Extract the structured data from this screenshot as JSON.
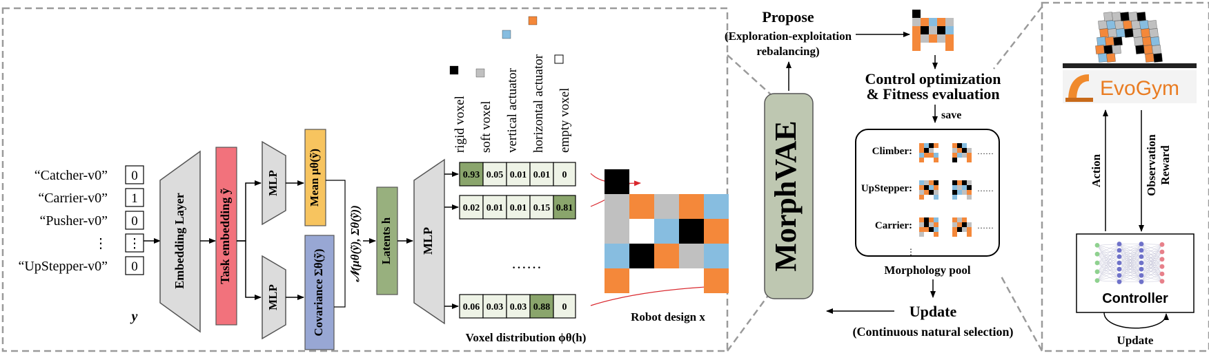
{
  "tasks": [
    {
      "label": "“Catcher-v0”",
      "value": "0"
    },
    {
      "label": "“Carrier-v0”",
      "value": "1"
    },
    {
      "label": "“Pusher-v0”",
      "value": "0"
    },
    {
      "label": "⋮",
      "value": "⋮"
    },
    {
      "label": "“UpStepper-v0”",
      "value": "0"
    }
  ],
  "y_label": "y",
  "embedding_layer": "Embedding Layer",
  "task_embedding": "Task embedding ỹ",
  "mlp_label": "MLP",
  "mean_label": "Mean μθ(ỹ)",
  "covariance_label": "Covariance Σθ(ỹ)",
  "normal_label": "𝒩(μθ(ỹ), Σθ(ỹ))",
  "latents_label": "Latents h",
  "legend": [
    {
      "label": "rigid voxel",
      "color": "#000000"
    },
    {
      "label": "soft voxel",
      "color": "#c0c0c0"
    },
    {
      "label": "vertical actuator",
      "color": "#87bde0"
    },
    {
      "label": "horizontal actuator",
      "color": "#f4883a"
    },
    {
      "label": "empty voxel",
      "color": "#ffffff"
    }
  ],
  "voxel_rows": [
    {
      "cells": [
        "0.93",
        "0.05",
        "0.01",
        "0.01",
        "0"
      ],
      "max_index": 0
    },
    {
      "cells": [
        "0.02",
        "0.01",
        "0.01",
        "0.15",
        "0.81"
      ],
      "max_index": 4
    },
    {
      "cells": [
        "0.06",
        "0.03",
        "0.03",
        "0.88",
        "0"
      ],
      "max_index": 3
    }
  ],
  "ellipsis": "……",
  "voxel_distribution_label": "Voxel distribution ϕθ(h)",
  "robot_design_label": "Robot design x",
  "robot_grid": [
    [
      "K",
      "E",
      "E",
      "E",
      "E"
    ],
    [
      "S",
      "O",
      "S",
      "O",
      "B"
    ],
    [
      "S",
      "E",
      "B",
      "K",
      "O"
    ],
    [
      "B",
      "K",
      "O",
      "S",
      "B"
    ],
    [
      "O",
      "E",
      "E",
      "E",
      "O"
    ]
  ],
  "morphvae_label": "MorphVAE",
  "propose_title": "Propose",
  "propose_sub1": "(Exploration-exploitation",
  "propose_sub2": "rebalancing)",
  "control_line1": "Control optimization",
  "control_line2": "& Fitness evaluation",
  "save_label": "save",
  "pool_rows": [
    {
      "label": "Climber:",
      "more": "……"
    },
    {
      "label": "UpStepper:",
      "more": "……"
    },
    {
      "label": "Carrier:",
      "more": "……"
    }
  ],
  "pool_vdots": "⋮",
  "morphology_pool_label": "Morphology pool",
  "update_title": "Update",
  "update_sub": "(Continuous natural selection)",
  "evogym_label": "EvoGym",
  "action_label": "Action",
  "observation_label": "Observation",
  "reward_label": "Reward",
  "controller_label": "Controller",
  "controller_update_label": "Update",
  "colors": {
    "embedding_fill": "#dcdcdc",
    "task_embedding_fill": "#f2727c",
    "mean_fill": "#f7c45f",
    "covariance_fill": "#98a7d4",
    "latents_fill": "#98b07e",
    "morphvae_fill": "#bec7b1",
    "high_prob_fill": "#8aa56c",
    "cell_fill": "#eef3e6",
    "black": "#000000",
    "gray": "#c0c0c0",
    "blue": "#87bde0",
    "orange": "#f4883a"
  }
}
